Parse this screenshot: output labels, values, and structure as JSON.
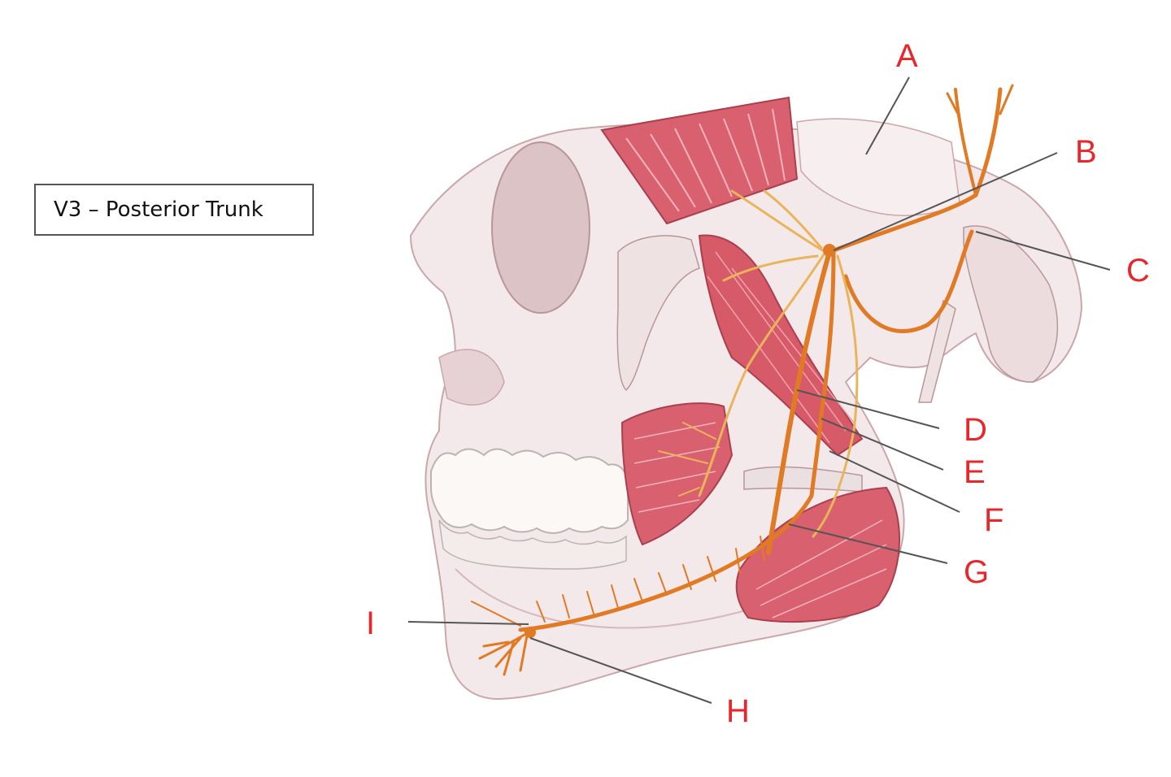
{
  "title": "V3 – Posterior Trunk",
  "colors": {
    "label": "#e8262b",
    "bone": "#f3e6e6",
    "bone_shadow": "#c9a7ab",
    "muscle": "#d9606e",
    "muscle_dark": "#b33f50",
    "nerve": "#e07a24",
    "nerve_light": "#e9b45a",
    "leader": "#555555"
  },
  "labels": [
    {
      "id": "A",
      "text": "A"
    },
    {
      "id": "B",
      "text": "B"
    },
    {
      "id": "C",
      "text": "C"
    },
    {
      "id": "D",
      "text": "D"
    },
    {
      "id": "E",
      "text": "E"
    },
    {
      "id": "F",
      "text": "F"
    },
    {
      "id": "G",
      "text": "G"
    },
    {
      "id": "H",
      "text": "H"
    },
    {
      "id": "I",
      "text": "I"
    }
  ]
}
